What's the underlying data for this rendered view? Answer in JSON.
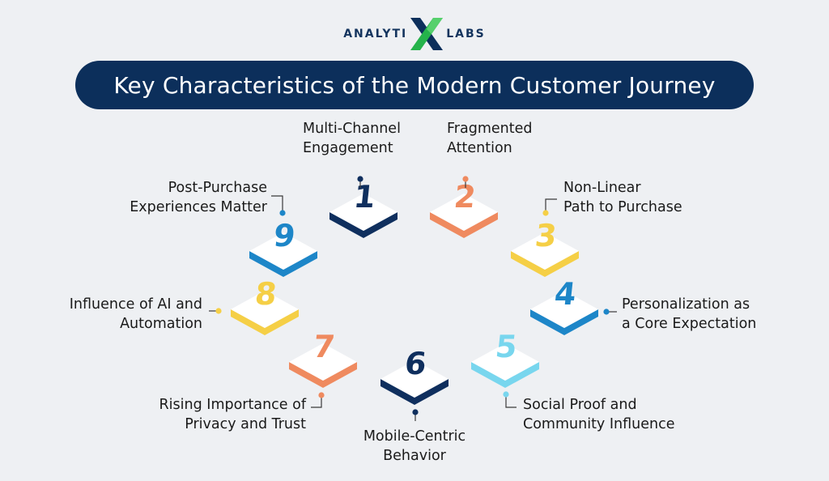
{
  "logo": {
    "left_text": "ANALYTI",
    "right_text": "LABS"
  },
  "title": "Key Characteristics of the Modern Customer Journey",
  "items": [
    {
      "number": "1",
      "line1": "Multi-Channel",
      "line2": "Engagement",
      "color": "#0f2f5e"
    },
    {
      "number": "2",
      "line1": "Fragmented",
      "line2": "Attention",
      "color": "#ef8a5f"
    },
    {
      "number": "3",
      "line1": "Non-Linear",
      "line2": "Path to Purchase",
      "color": "#f5cf46"
    },
    {
      "number": "4",
      "line1": "Personalization as",
      "line2": "a Core Expectation",
      "color": "#1d86c8"
    },
    {
      "number": "5",
      "line1": "Social Proof and",
      "line2": "Community Influence",
      "color": "#78d6ee"
    },
    {
      "number": "6",
      "line1": "Mobile-Centric",
      "line2": "Behavior",
      "color": "#0f2f5e"
    },
    {
      "number": "7",
      "line1": "Rising Importance of",
      "line2": "Privacy and Trust",
      "color": "#ef8a5f"
    },
    {
      "number": "8",
      "line1": "Influence of AI and",
      "line2": "Automation",
      "color": "#f5cf46"
    },
    {
      "number": "9",
      "line1": "Post-Purchase",
      "line2": "Experiences Matter",
      "color": "#1d86c8"
    }
  ]
}
